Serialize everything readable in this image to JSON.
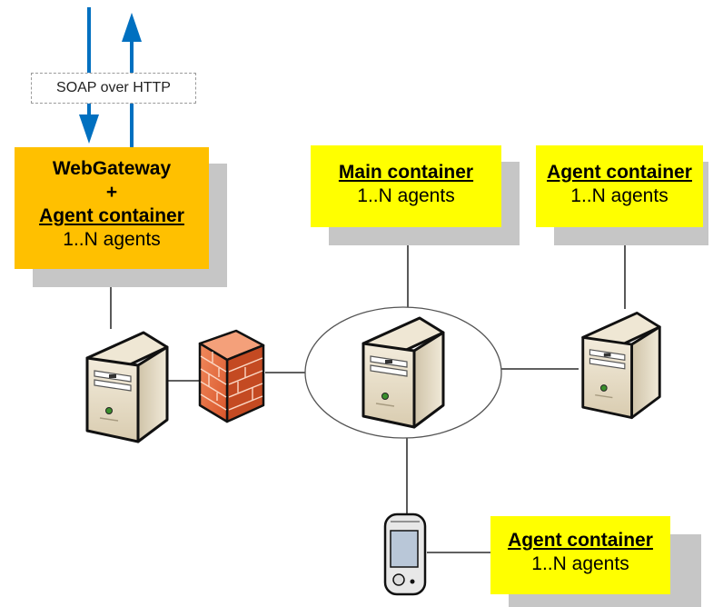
{
  "colors": {
    "gateway_box": "#ffc000",
    "container_box": "#ffff00",
    "arrow": "#0070c0",
    "firewall": "#e2683a",
    "server": "#e8dcc4"
  },
  "soap_label": "SOAP over HTTP",
  "gateway": {
    "line1": "WebGateway",
    "line2": "+",
    "line3": "Agent container",
    "line4": "1..N agents"
  },
  "main_container": {
    "title": "Main container",
    "agents": "1..N agents"
  },
  "agent_container_top": {
    "title": "Agent container",
    "agents": "1..N agents"
  },
  "agent_container_bottom": {
    "title": "Agent container",
    "agents": "1..N agents"
  },
  "icons": {
    "server": "server-icon",
    "firewall": "firewall-icon",
    "pda": "pda-icon",
    "arrow_down": "arrow-down-icon",
    "arrow_up": "arrow-up-icon"
  }
}
